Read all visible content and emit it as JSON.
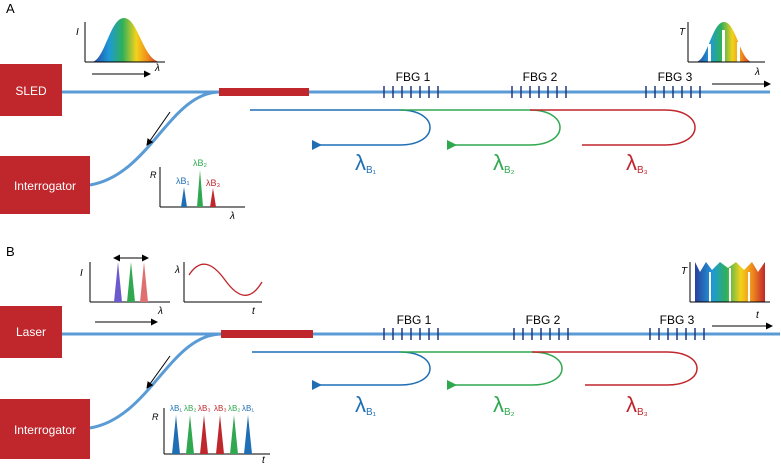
{
  "panel_a": {
    "label": "A",
    "source": "SLED",
    "interrogator": "Interrogator",
    "fbgs": [
      "FBG 1",
      "FBG 2",
      "FBG 3"
    ],
    "reflections": [
      {
        "lambda": "λ",
        "sub": "B₁"
      },
      {
        "lambda": "λ",
        "sub": "B₂"
      },
      {
        "lambda": "λ",
        "sub": "B₃"
      }
    ],
    "input_plot": {
      "ylabel": "I",
      "xlabel": "λ"
    },
    "transmit_plot": {
      "ylabel": "T",
      "xlabel": "λ"
    },
    "reflect_plot": {
      "ylabel": "R",
      "xlabel": "λ",
      "peaks": [
        "λB₁",
        "λB₂",
        "λB₃"
      ]
    }
  },
  "panel_b": {
    "label": "B",
    "source": "Laser",
    "interrogator": "Interrogator",
    "fbgs": [
      "FBG 1",
      "FBG 2",
      "FBG 3"
    ],
    "reflections": [
      {
        "lambda": "λ",
        "sub": "B₁"
      },
      {
        "lambda": "λ",
        "sub": "B₂"
      },
      {
        "lambda": "λ",
        "sub": "B₃"
      }
    ],
    "input_plot": {
      "ylabel": "I",
      "xlabel": "λ"
    },
    "sweep_plot": {
      "ylabel": "λ",
      "xlabel": "t"
    },
    "transmit_plot": {
      "ylabel": "T",
      "xlabel": "t"
    },
    "reflect_plot": {
      "ylabel": "R",
      "xlabel": "t",
      "peaks": [
        "λB₁",
        "λB₂",
        "λB₃",
        "λB₃",
        "λB₂",
        "λB₁"
      ]
    }
  },
  "colors": {
    "fiber": "#5b9bd5",
    "box": "#c0272d",
    "blue": "#1f6fb5",
    "green": "#2fa84f",
    "red": "#c0272d",
    "fbg_mark": "#1f3a7a"
  }
}
